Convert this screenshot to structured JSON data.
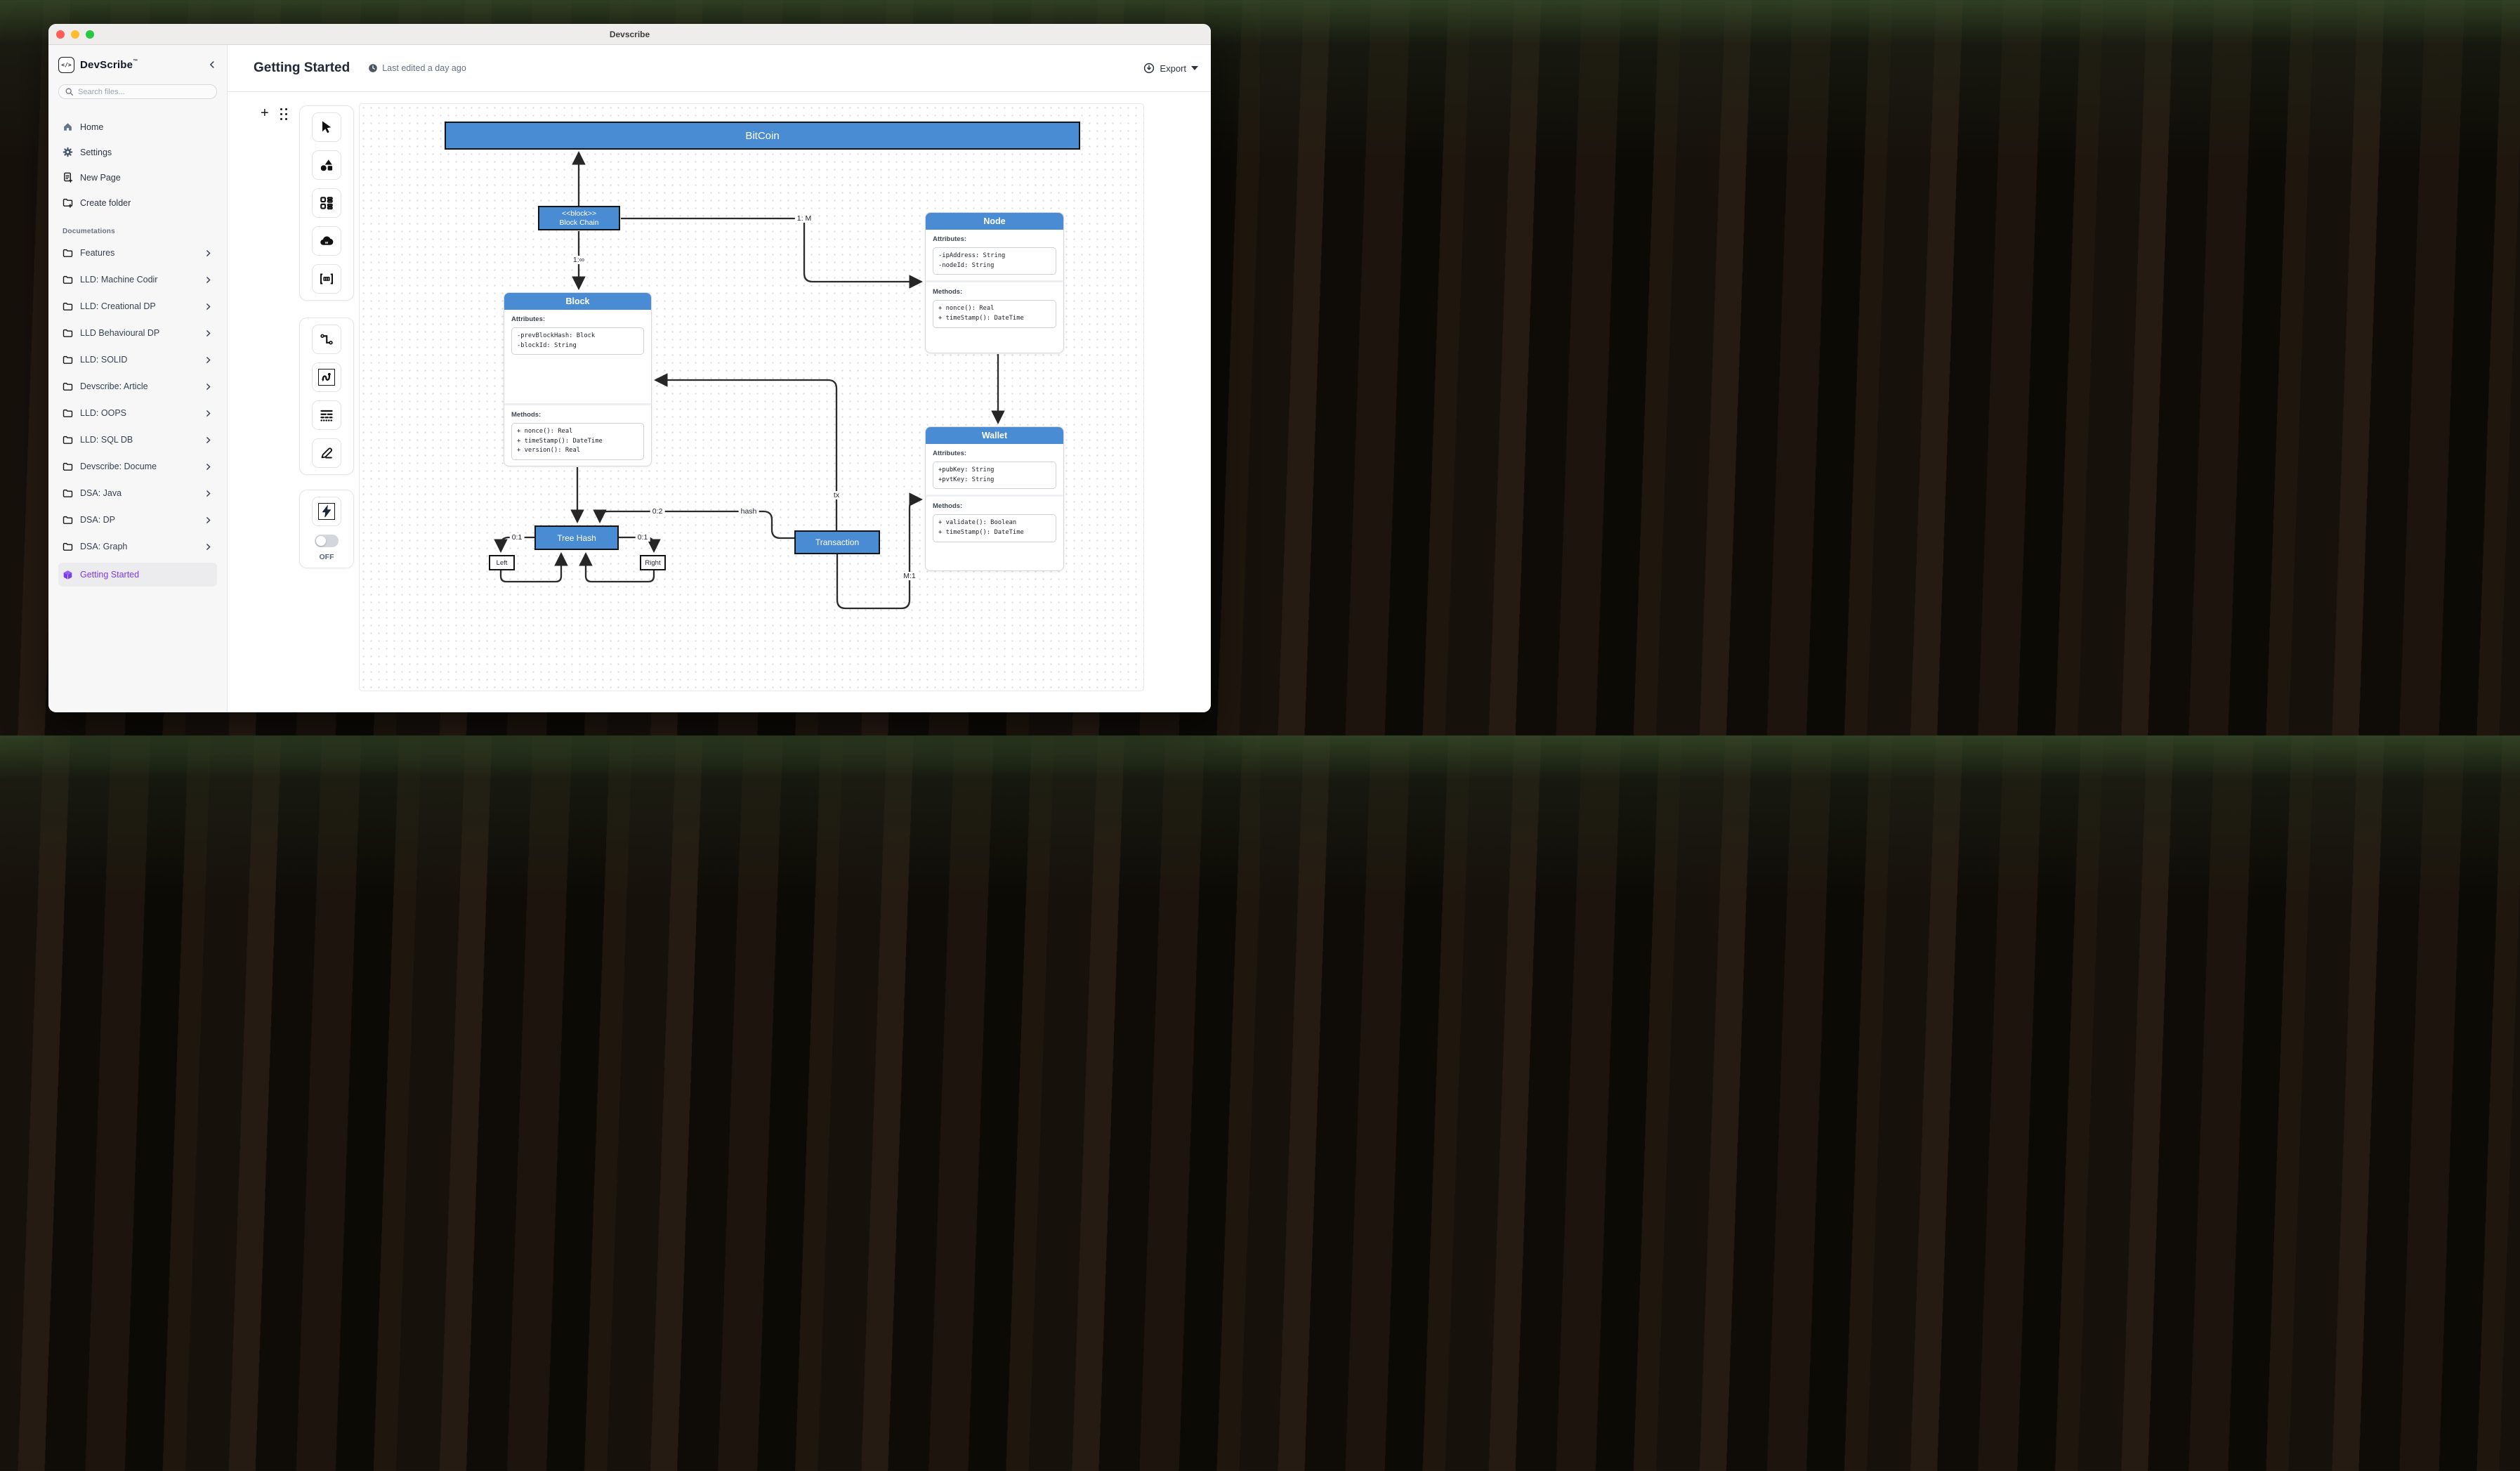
{
  "window": {
    "title": "Devscribe"
  },
  "sidebar": {
    "brand": "DevScribe",
    "brand_tm": "™",
    "search_placeholder": "Search files...",
    "nav": [
      {
        "label": "Home"
      },
      {
        "label": "Settings"
      },
      {
        "label": "New Page"
      },
      {
        "label": "Create folder"
      }
    ],
    "section_label": "Documetations",
    "docs": [
      {
        "label": "Features"
      },
      {
        "label": "LLD: Machine Codir"
      },
      {
        "label": "LLD: Creational DP"
      },
      {
        "label": "LLD Behavioural DP"
      },
      {
        "label": "LLD: SOLID"
      },
      {
        "label": "Devscribe: Article"
      },
      {
        "label": "LLD: OOPS"
      },
      {
        "label": "LLD: SQL DB"
      },
      {
        "label": "Devscribe: Docume"
      },
      {
        "label": "DSA: Java"
      },
      {
        "label": "DSA: DP"
      },
      {
        "label": "DSA: Graph"
      }
    ],
    "active_item": "Getting Started"
  },
  "header": {
    "title": "Getting Started",
    "last_edited": "Last edited a day ago",
    "export_label": "Export"
  },
  "toolbar": {
    "off_label": "OFF"
  },
  "diagram": {
    "bitcoin": "BitCoin",
    "blockchain_stereotype": "<<block>>",
    "blockchain": "Block Chain",
    "treehash": "Tree Hash",
    "left": "Left",
    "right": "Right",
    "transaction": "Transaction",
    "node": {
      "title": "Node",
      "attrs_label": "Attributes:",
      "attrs": [
        "-ipAddress: String",
        "-nodeId: String"
      ],
      "methods_label": "Methods:",
      "methods": [
        "+ nonce(): Real",
        "+ timeStamp(): DateTime"
      ]
    },
    "block": {
      "title": "Block",
      "attrs_label": "Attributes:",
      "attrs": [
        "-prevBlockHash: Block",
        "-blockId: String"
      ],
      "methods_label": "Methods:",
      "methods": [
        "+ nonce(): Real",
        "+ timeStamp(): DateTime",
        "+ version(): Real"
      ]
    },
    "wallet": {
      "title": "Wallet",
      "attrs_label": "Attributes:",
      "attrs": [
        "+pubKey: String",
        "+pvtKey: String"
      ],
      "methods_label": "Methods:",
      "methods": [
        "+ validate(): Boolean",
        "+ timeStamp(): DateTime"
      ]
    },
    "labels": {
      "one_m": "1: M",
      "one_inf": "1:∞",
      "zero_one_left": "0:1",
      "zero_one_right": "0:1",
      "zero_two": "0:2",
      "hash": "hash",
      "tx": "tx",
      "m_one": "M:1"
    }
  },
  "colors": {
    "accent_blue": "#4a8cd3",
    "active_purple": "#7c3aed"
  }
}
